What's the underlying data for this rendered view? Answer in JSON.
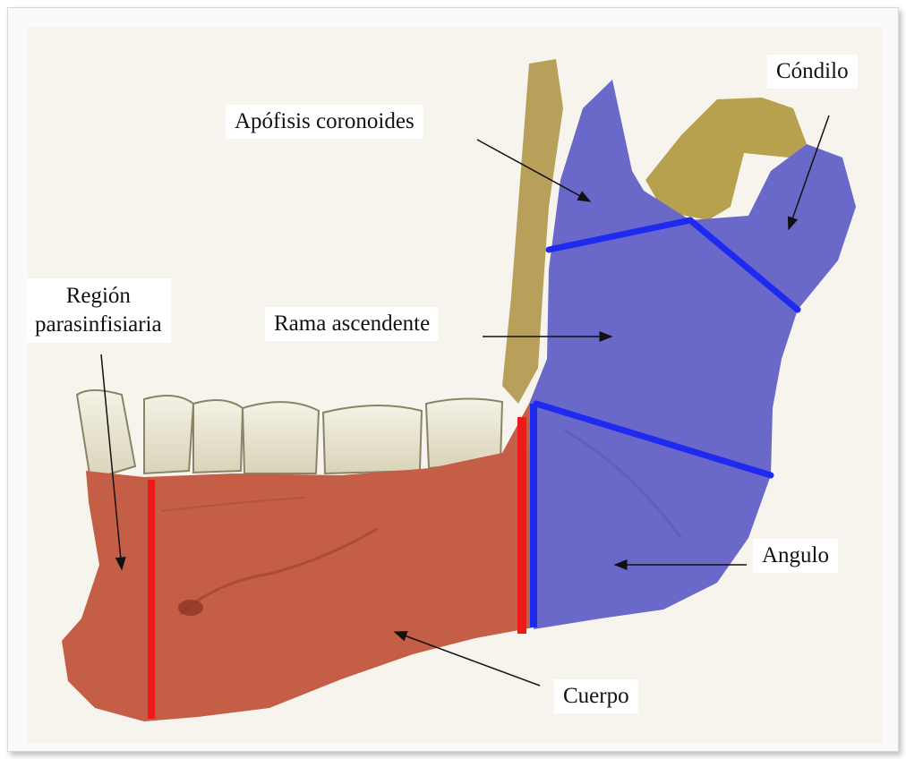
{
  "labels": {
    "condilo": "Cóndilo",
    "apofisis_coronoides": "Apófisis coronoides",
    "region_parasinfisiaria_line1": "Región",
    "region_parasinfisiaria_line2": "parasinfisiaria",
    "rama_ascendente": "Rama ascendente",
    "angulo": "Angulo",
    "cuerpo": "Cuerpo"
  },
  "colors": {
    "ramus_overlay": "#6a68c8",
    "body_overlay": "#c85a44",
    "bone": "#b59a4a",
    "tooth": "#f1efe2",
    "boundary_blue": "#1f2af0",
    "boundary_red": "#ee1a1a",
    "arrow": "#111111",
    "background": "#fbfaf8"
  }
}
